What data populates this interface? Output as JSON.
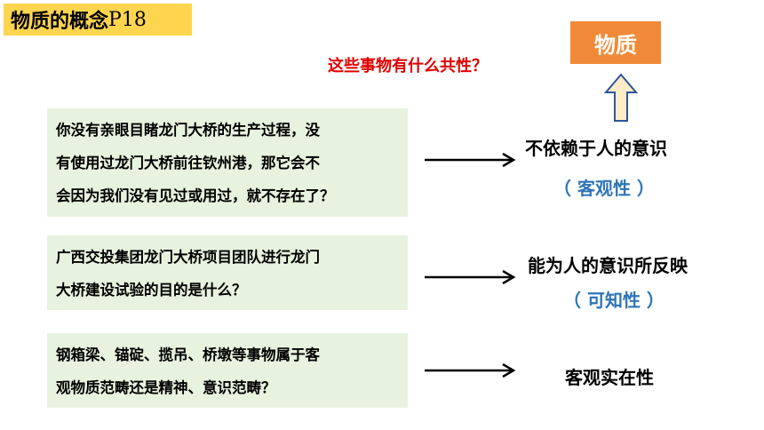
{
  "title": {
    "text": "物质的概念",
    "page": "P18"
  },
  "question": "这些事物有什么共性？",
  "matter_label": "物质",
  "panels": [
    {
      "lines": [
        "你没有亲眼目睹龙门大桥的生产过程，没",
        "有使用过龙门大桥前往钦州港，那它会不",
        "会因为我们没有见过或用过，就不存在了？"
      ]
    },
    {
      "lines": [
        "广西交投集团龙门大桥项目团队进行龙门",
        "大桥建设试验的目的是什么？"
      ]
    },
    {
      "lines": [
        "钢箱梁、锚碇、揽吊、桥墩等事物属于客",
        "观物质范畴还是精神、意识范畴？"
      ]
    }
  ],
  "results": [
    {
      "main": "不依赖于人的意识",
      "sub": "（ 客观性 ）"
    },
    {
      "main": "能为人的意识所反映",
      "sub": "（ 可知性 ）"
    },
    {
      "main": "客观实在性"
    }
  ],
  "colors": {
    "title_bg": "#ffd54f",
    "question": "#e00000",
    "matter_bg": "#f08a38",
    "panel_bg": "#e7f2df",
    "sub": "#2e75b6"
  }
}
